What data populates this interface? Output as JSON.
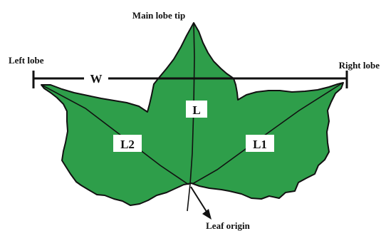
{
  "diagram": {
    "labels": {
      "main_lobe_tip": "Main lobe tip",
      "left_lobe": "Left lobe",
      "right_lobe": "Right lobe",
      "leaf_origin": "Leaf origin",
      "width": "W",
      "length_main": "L",
      "length_right": "L1",
      "length_left": "L2"
    },
    "colors": {
      "leaf_fill": "#2e9e4a",
      "outline": "#111111",
      "label_box": "#ffffff"
    }
  }
}
